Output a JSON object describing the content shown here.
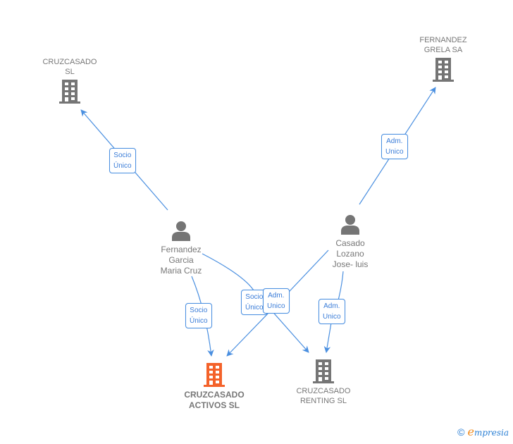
{
  "colors": {
    "edge": "#4a8fe0",
    "company_icon": "#757575",
    "main_company_icon": "#f4622a",
    "person_icon": "#757575",
    "label_text": "#777777"
  },
  "nodes": {
    "cruzcasado_sl": {
      "label": "CRUZCASADO\nSL",
      "type": "company"
    },
    "fernandez_grela_sa": {
      "label": "FERNANDEZ\nGRELA SA",
      "type": "company"
    },
    "fernandez_garcia": {
      "label": "Fernandez\nGarcia\nMaria Cruz",
      "type": "person"
    },
    "casado_lozano": {
      "label": "Casado\nLozano\nJose- luis",
      "type": "person"
    },
    "cruzcasado_activos": {
      "label": "CRUZCASADO\nACTIVOS  SL",
      "type": "company",
      "main": true
    },
    "cruzcasado_renting": {
      "label": "CRUZCASADO\nRENTING  SL",
      "type": "company"
    }
  },
  "edges": [
    {
      "from": "fernandez_garcia",
      "to": "cruzcasado_sl",
      "label": "Socio\nÚnico"
    },
    {
      "from": "casado_lozano",
      "to": "fernandez_grela_sa",
      "label": "Adm.\nUnico"
    },
    {
      "from": "fernandez_garcia",
      "to": "cruzcasado_activos",
      "label": "Socio\nÚnico"
    },
    {
      "from": "fernandez_garcia",
      "to": "cruzcasado_renting",
      "label": "Socio\nÚnico"
    },
    {
      "from": "casado_lozano",
      "to": "cruzcasado_activos",
      "label": "Adm.\nUnico"
    },
    {
      "from": "casado_lozano",
      "to": "cruzcasado_renting",
      "label": "Adm.\nUnico"
    }
  ],
  "footer": {
    "copyright": "©",
    "brand_initial": "e",
    "brand_rest": "mpresia"
  }
}
